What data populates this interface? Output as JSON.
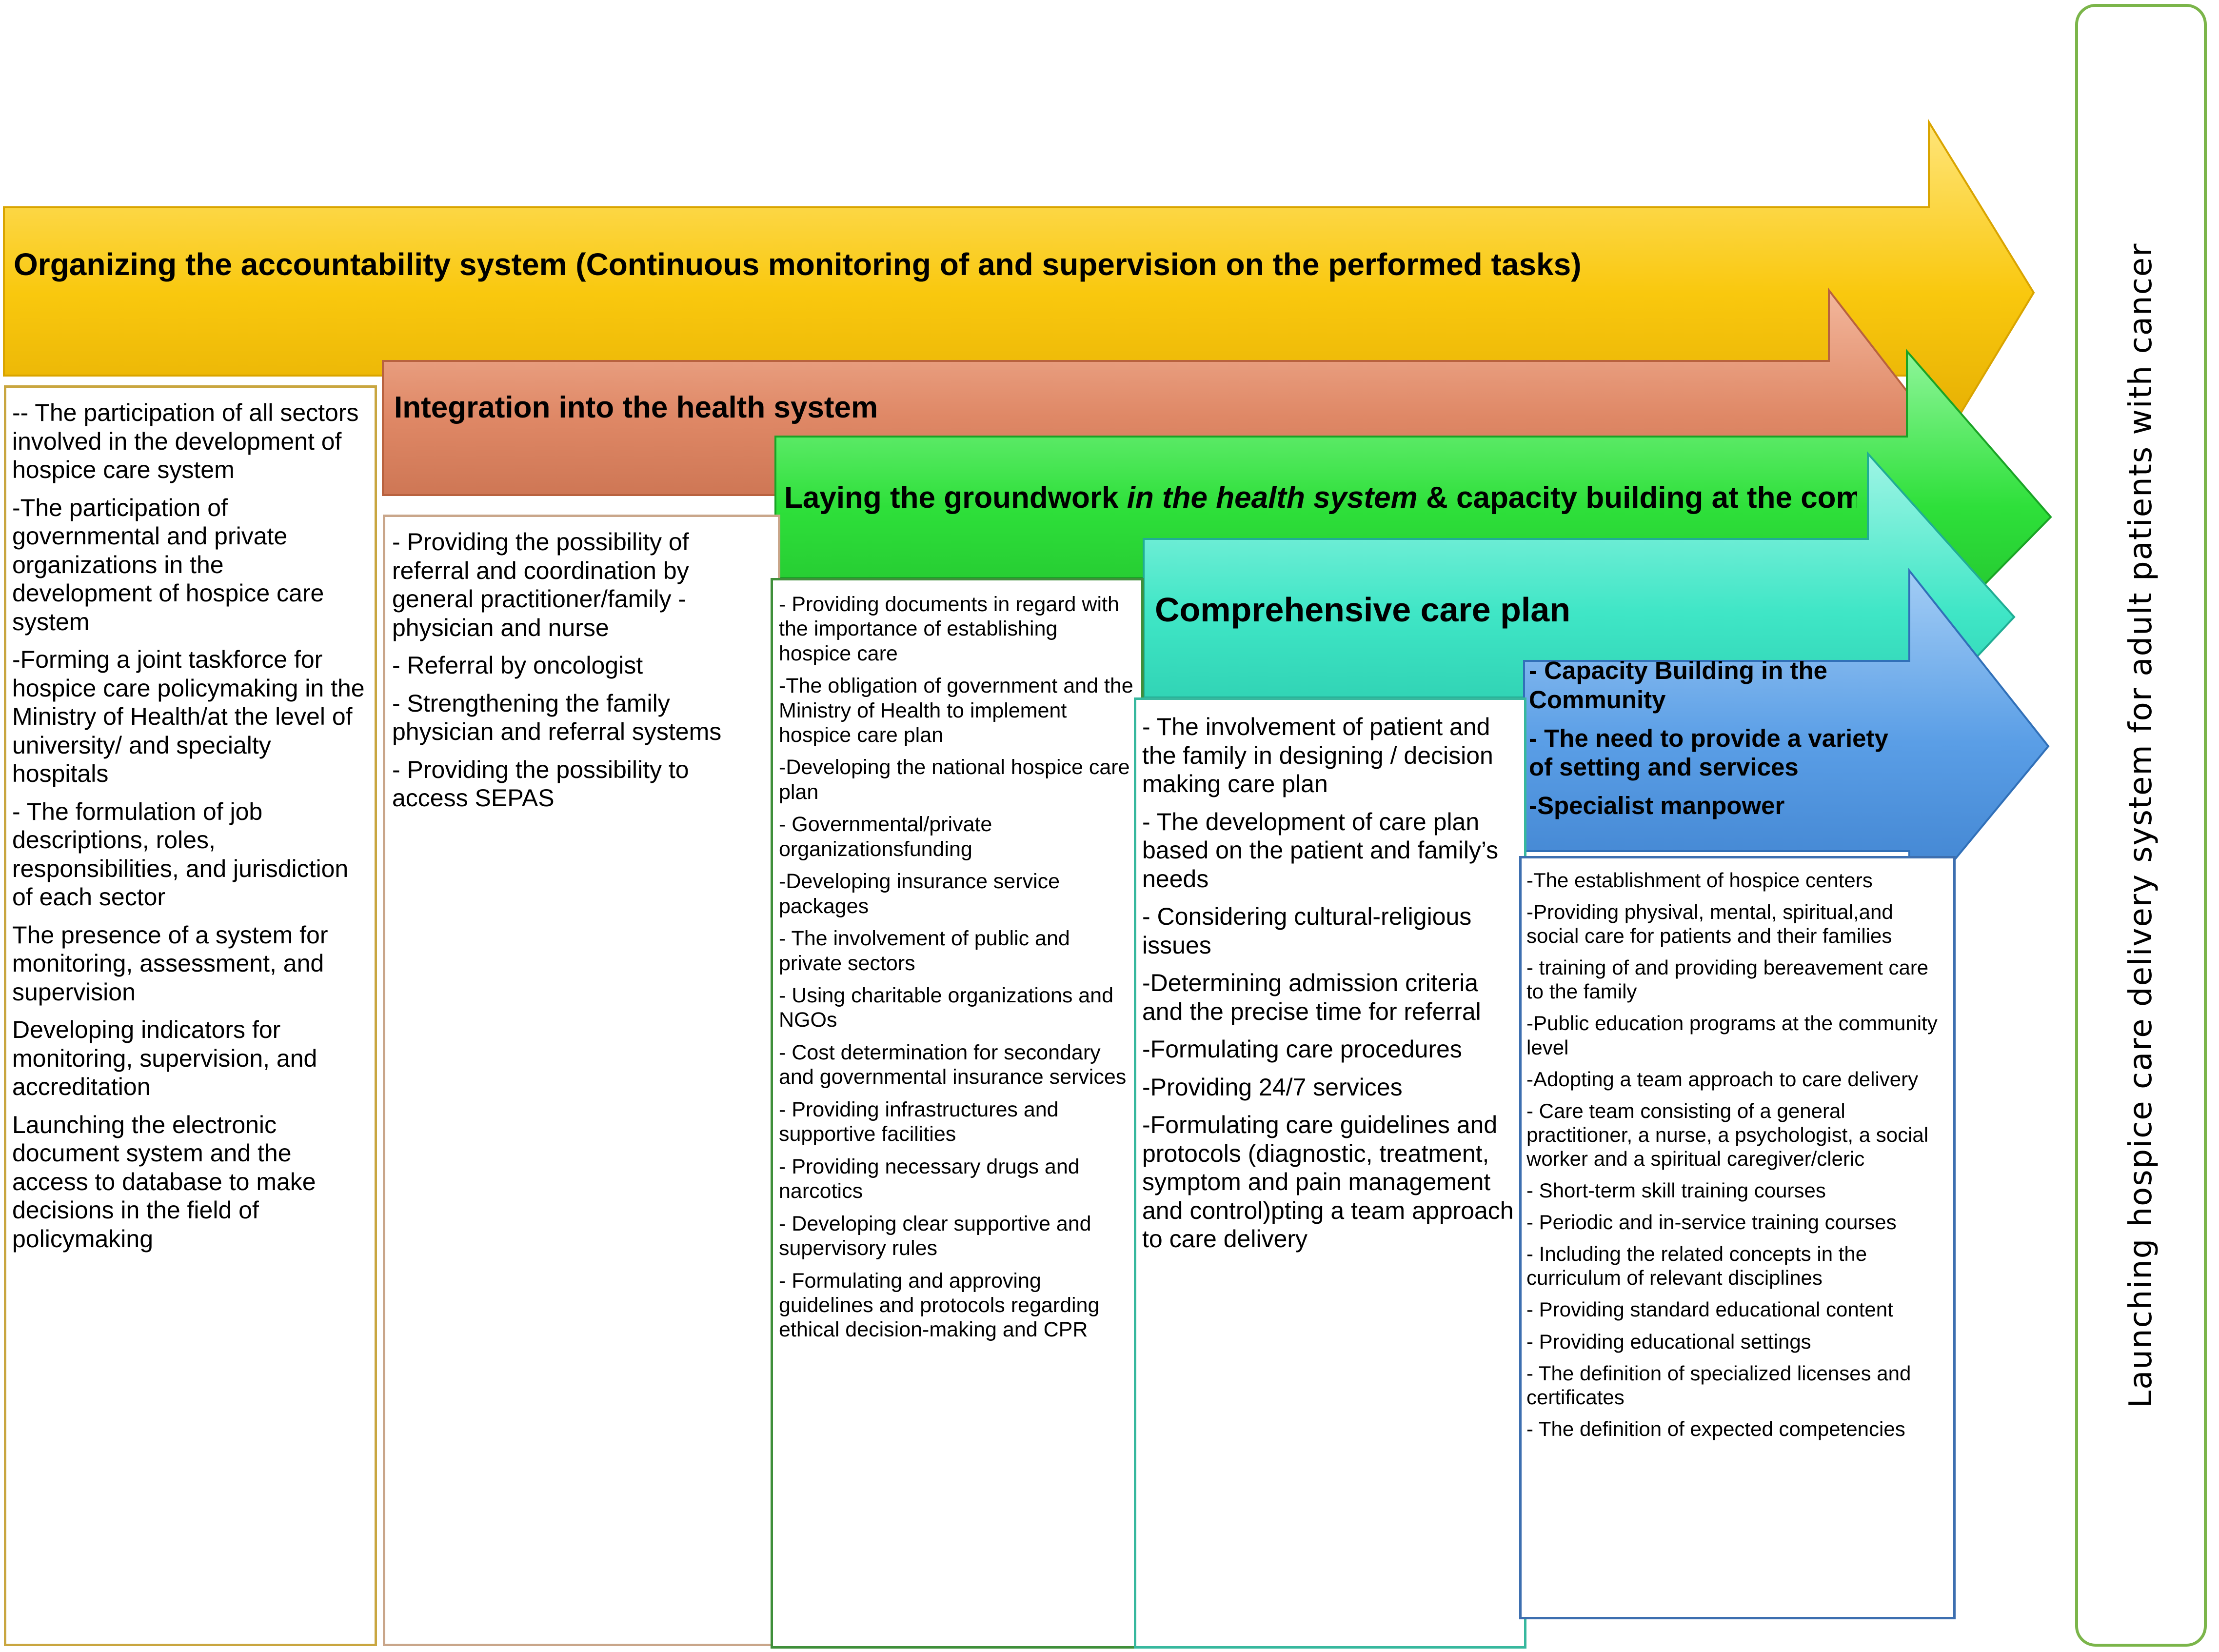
{
  "stages": [
    {
      "id": "accountability",
      "title": "Organizing the accountability system (Continuous monitoring of and supervision on the performed tasks)",
      "color": "#f7c513",
      "items": [
        "-- The participation of all sectors involved in the development of hospice care system",
        "-The participation of governmental and private organizations in the development of hospice care system",
        "-Forming a joint taskforce for hospice care policymaking in the Ministry of Health/at the level of university/ and specialty hospitals",
        "- The formulation of job descriptions, roles, responsibilities, and jurisdiction of each sector",
        "The presence of a system for monitoring, assessment, and supervision",
        "Developing indicators for monitoring, supervision, and accreditation",
        "Launching the electronic document system and the access to database to make decisions in the field of policymaking"
      ]
    },
    {
      "id": "integration",
      "title": "Integration into the health system",
      "color": "#df8866",
      "items": [
        "- Providing the possibility of referral and coordination by general practitioner/family - physician and nurse",
        "- Referral by oncologist",
        "- Strengthening the family physician and referral systems",
        "- Providing the possibility to access SEPAS"
      ]
    },
    {
      "id": "groundwork",
      "title_parts": [
        "Laying the groundwork ",
        "in the health system",
        " & capacity building at the community"
      ],
      "color": "#2ee03a",
      "items": [
        "- Providing documents in regard with the importance of establishing hospice care",
        "-The obligation of government and the Ministry of Health to implement hospice care plan",
        "-Developing the national hospice care plan",
        "- Governmental/private organizationsfunding",
        "-Developing insurance service packages",
        "- The involvement of public and private sectors",
        "- Using charitable organizations and NGOs",
        "- Cost determination for secondary and governmental insurance services",
        "- Providing infrastructures and supportive facilities",
        "- Providing necessary drugs and narcotics",
        "- Developing clear supportive and supervisory rules",
        "- Formulating and approving guidelines and protocols regarding ethical decision-making and CPR"
      ]
    },
    {
      "id": "careplan",
      "title": "Comprehensive care plan",
      "color": "#3fe6c6",
      "items": [
        "- The involvement of patient and the family in designing / decision making care plan",
        "- The development of care plan based on the patient and family’s needs",
        "- Considering cultural-religious issues",
        "-Determining admission criteria and the precise time for referral",
        "-Formulating care procedures",
        "-Providing 24/7 services",
        "-Formulating care guidelines and protocols (diagnostic, treatment, symptom and pain management and control)pting a team approach to care delivery"
      ]
    },
    {
      "id": "capacity",
      "header_items": [
        "- Capacity Building in the Community",
        "- The need to provide a variety of setting and  services",
        "-Specialist manpower"
      ],
      "color": "#5a9ee6",
      "items": [
        "-The establishment of hospice centers",
        "-Providing physival, mental, spiritual,and social care for patients and their families",
        "- training of and providing bereavement care to the family",
        "-Public education programs at the community level",
        "-Adopting a team approach to care delivery",
        "- Care team consisting of a general practitioner, a nurse, a psychologist, a social worker and a spiritual caregiver/cleric",
        "- Short-term skill training courses",
        "- Periodic and in-service training courses",
        "- Including the related concepts in the curriculum of relevant disciplines",
        "- Providing standard educational content",
        "- Providing educational settings",
        "- The definition of specialized licenses and certificates",
        "- The definition of expected competencies"
      ]
    }
  ],
  "outcome": "Launching hospice care delivery system for adult patients with cancer"
}
